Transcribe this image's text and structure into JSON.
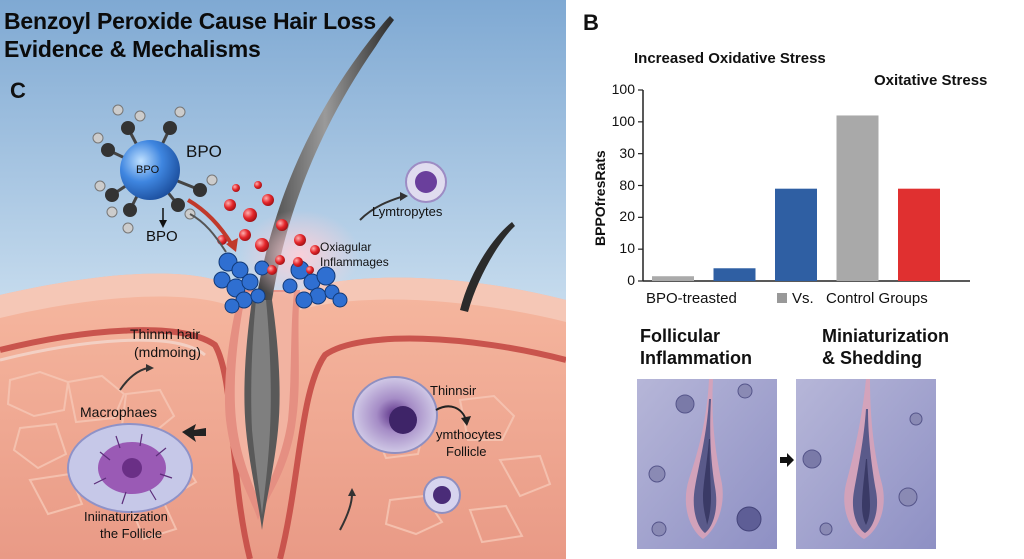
{
  "panel_c": {
    "title_line1": "Benzoyl Peroxide Cause Hair Loss",
    "title_line2": "Evidence & Mechalisms",
    "letter": "C",
    "labels": {
      "bpo_right": "BPO",
      "bpo_center": "BPO",
      "bpo_below": "BPO",
      "lymphocytes_top": "Lymtropytes",
      "oxidative_line1": "Oxiagular",
      "oxidative_line2": "Inflammages",
      "thin_hair_line1": "Thinnn hair",
      "thin_hair_line2": "(mdmoing)",
      "macrophages": "Macrophaes",
      "thinning_line1": "Thinnsir",
      "lymphocytes_line2": "ymthocytes",
      "follicle": "Follicle",
      "miniaturization_line1": "Iniinaturization",
      "miniaturization_line2": "the Follicle"
    }
  },
  "panel_b": {
    "letter": "B",
    "chart_title": "Increased Oxidative Stress",
    "legend_title": "Oxitative Stress",
    "x_label_left": "BPO-treasted",
    "x_label_vs": "Vs.",
    "x_label_right": "Control Groups"
  },
  "chart_data": {
    "type": "bar",
    "title": "Increased Oxidative Stress",
    "ylabel": "BPPOfresRats",
    "y_ticks": [
      "0",
      "10",
      "20",
      "80",
      "30",
      "100",
      "100"
    ],
    "values": [
      1.5,
      4,
      29,
      52,
      29
    ],
    "colors": [
      "#aaaaaa",
      "#2f5fa3",
      "#2f5fa3",
      "#a9a9a9",
      "#e03030"
    ],
    "ylim": [
      0,
      60
    ],
    "grid": false
  },
  "panel_bottom": {
    "left_title_line1": "Follicular",
    "left_title_line2": "Inflammation",
    "right_title_line1": "Miniaturization",
    "right_title_line2": "& Shedding"
  },
  "colors": {
    "sky_top": "#8db4d8",
    "sky_bottom": "#e6f0f8",
    "skin": "#f0a990",
    "skin_dark": "#d9786a",
    "molecule_blue": "#2f6fd1",
    "oxidant_red": "#e0262a",
    "bar_blue": "#2f5fa3",
    "bar_gray": "#a9a9a9",
    "bar_red": "#e03030",
    "micro_bg": "#9a9ccc"
  }
}
